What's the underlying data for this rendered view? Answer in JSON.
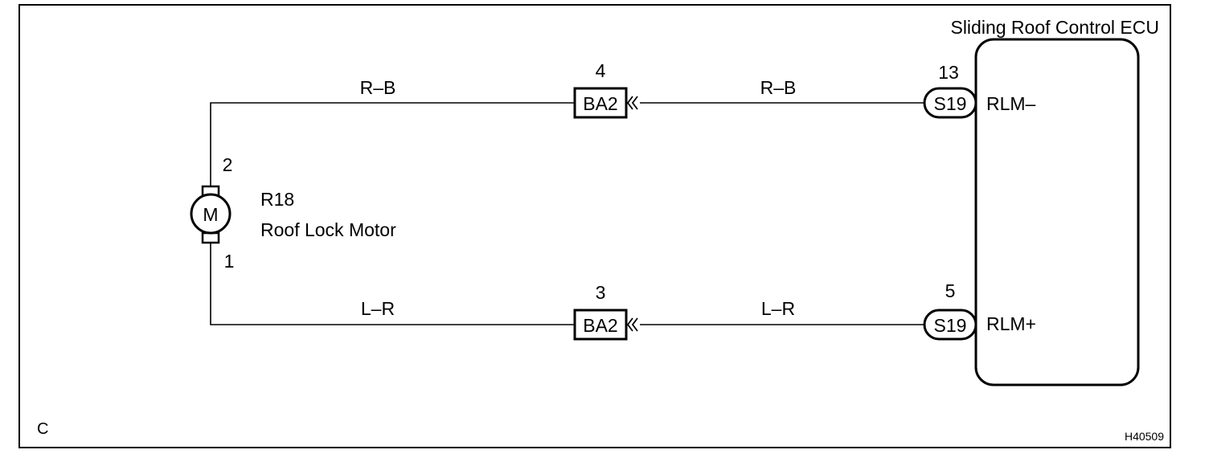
{
  "ecu": {
    "title": "Sliding Roof Control ECU",
    "terminal_top": "RLM–",
    "terminal_bottom": "RLM+"
  },
  "motor": {
    "code": "R18",
    "name": "Roof Lock Motor",
    "symbol": "M",
    "pin_top": "2",
    "pin_bottom": "1"
  },
  "top_circuit": {
    "wire_left": "R–B",
    "wire_right": "R–B",
    "junction_label": "BA2",
    "junction_pin": "4",
    "ecu_connector": "S19",
    "ecu_pin": "13"
  },
  "bottom_circuit": {
    "wire_left": "L–R",
    "wire_right": "L–R",
    "junction_label": "BA2",
    "junction_pin": "3",
    "ecu_connector": "S19",
    "ecu_pin": "5"
  },
  "corner_label": "C",
  "figure_id": "H40509"
}
